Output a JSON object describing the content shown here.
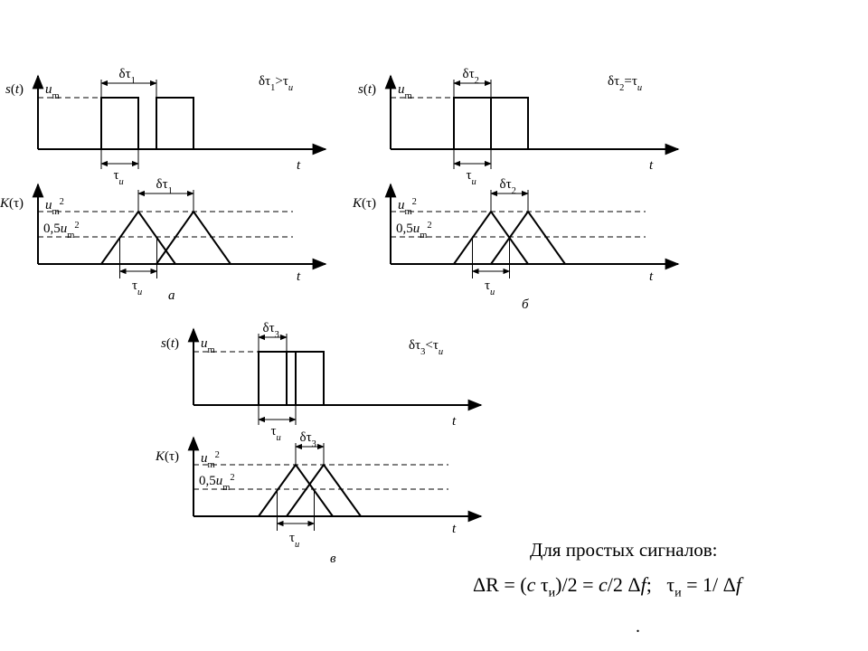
{
  "panels": [
    {
      "id": "a",
      "caption": "а",
      "relation": {
        "symbol": "δτ",
        "sub": "1",
        "op": ">",
        "rhs": "τ",
        "rhs_sub": "и"
      },
      "delta_label": {
        "symbol": "δτ",
        "sub": "1"
      },
      "tau_label": {
        "symbol": "τ",
        "sub": "и"
      },
      "s_axis": {
        "label": "s(t)",
        "amp": "u",
        "amp_sub": "m",
        "t_label": "t"
      },
      "k_axis": {
        "label": "K(τ)",
        "amp": "u",
        "amp_sub": "m",
        "amp_sup": "2",
        "half_prefix": "0,5",
        "half_amp": "u",
        "half_sub": "m",
        "half_sup": "2",
        "t_label": "t"
      }
    },
    {
      "id": "b",
      "caption": "б",
      "relation": {
        "symbol": "δτ",
        "sub": "2",
        "op": "=",
        "rhs": "τ",
        "rhs_sub": "и"
      },
      "delta_label": {
        "symbol": "δτ",
        "sub": "2"
      },
      "tau_label": {
        "symbol": "τ",
        "sub": "и"
      },
      "s_axis": {
        "label": "s(t)",
        "amp": "u",
        "amp_sub": "m",
        "t_label": "t"
      },
      "k_axis": {
        "label": "K(τ)",
        "amp": "u",
        "amp_sub": "m",
        "amp_sup": "2",
        "half_prefix": "0,5",
        "half_amp": "u",
        "half_sub": "m",
        "half_sup": "2",
        "t_label": "t"
      }
    },
    {
      "id": "c",
      "caption": "в",
      "relation": {
        "symbol": "δτ",
        "sub": "3",
        "op": "<",
        "rhs": "τ",
        "rhs_sub": "и"
      },
      "delta_label": {
        "symbol": "δτ",
        "sub": "3"
      },
      "tau_label": {
        "symbol": "τ",
        "sub": "и"
      },
      "s_axis": {
        "label": "s(t)",
        "amp": "u",
        "amp_sub": "m",
        "t_label": "t"
      },
      "k_axis": {
        "label": "K(τ)",
        "amp": "u",
        "amp_sub": "m",
        "amp_sup": "2",
        "half_prefix": "0,5",
        "half_amp": "u",
        "half_sub": "m",
        "half_sup": "2",
        "t_label": "t"
      }
    }
  ],
  "footer": {
    "heading": "Для простых сигналов:",
    "formula": "ΔR = (c τи)/2 = c/2 Δf;   τи = 1/ Δf",
    "dot": "."
  }
}
